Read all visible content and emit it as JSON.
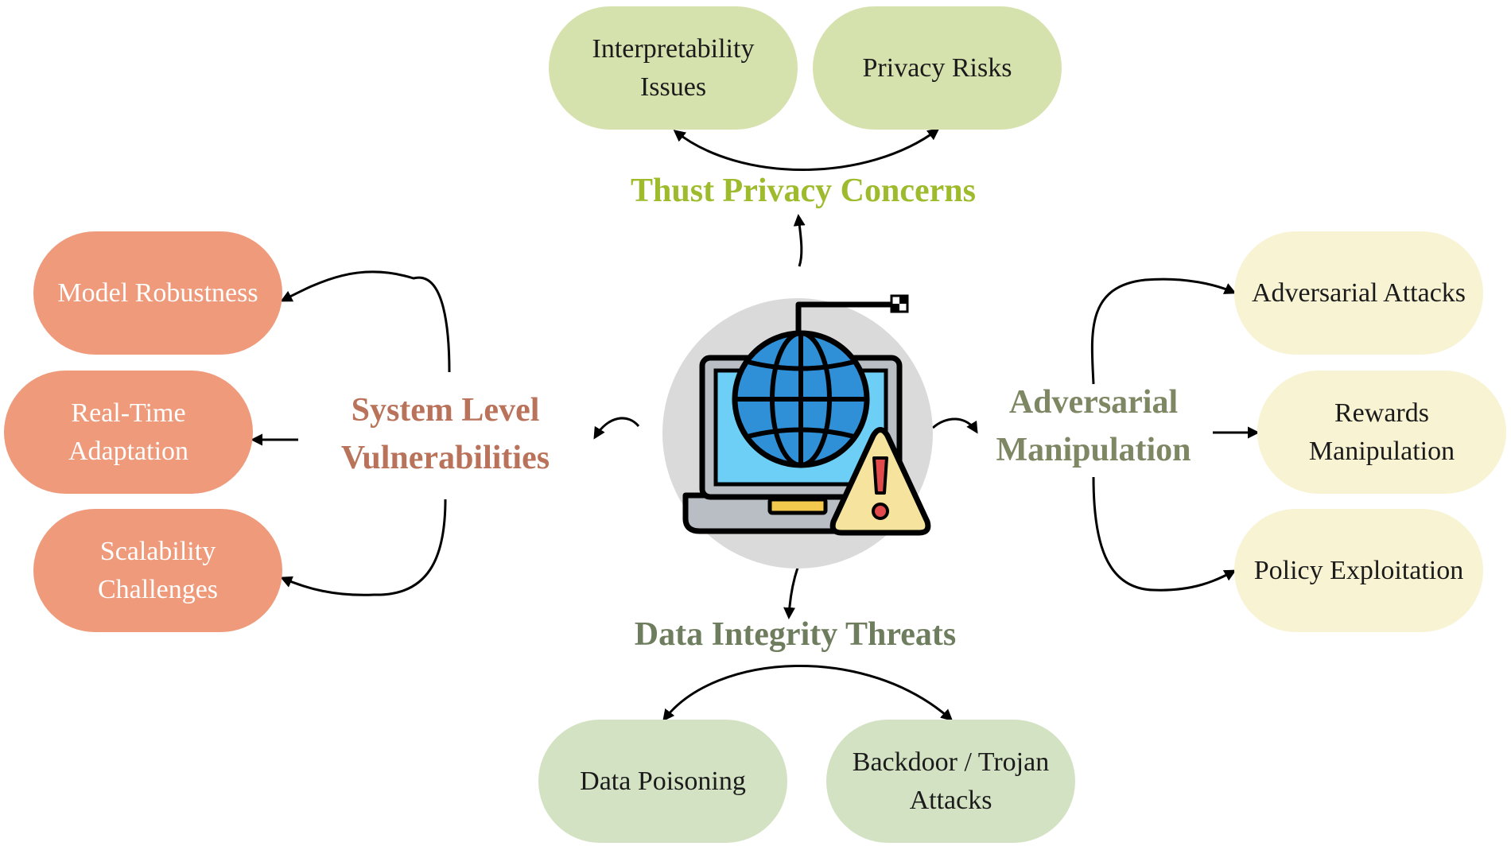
{
  "colors": {
    "system": "#EE9A7B",
    "adversarial": "#F7F3D3",
    "privacy": "#D6E2AE",
    "data": "#D2E2C2",
    "system_heading": "#B9735A",
    "privacy_heading": "#9DBB2C",
    "adversarial_heading": "#7D8763",
    "data_heading": "#6E7D5E"
  },
  "center": {
    "icon": "laptop-globe-warning-icon"
  },
  "privacy": {
    "heading": "Thust Privacy Concerns",
    "items": [
      "Interpretability\nIssues",
      "Privacy Risks"
    ]
  },
  "system": {
    "heading": "System Level\nVulnerabilities",
    "items": [
      "Model Robustness",
      "Real-Time\nAdaptation",
      "Scalability\nChallenges"
    ]
  },
  "adversarial": {
    "heading": "Adversarial\nManipulation",
    "items": [
      "Adversarial Attacks",
      "Rewards\nManipulation",
      "Policy Exploitation"
    ]
  },
  "data": {
    "heading": "Data Integrity Threats",
    "items": [
      "Data Poisoning",
      "Backdoor / Trojan\nAttacks"
    ]
  }
}
